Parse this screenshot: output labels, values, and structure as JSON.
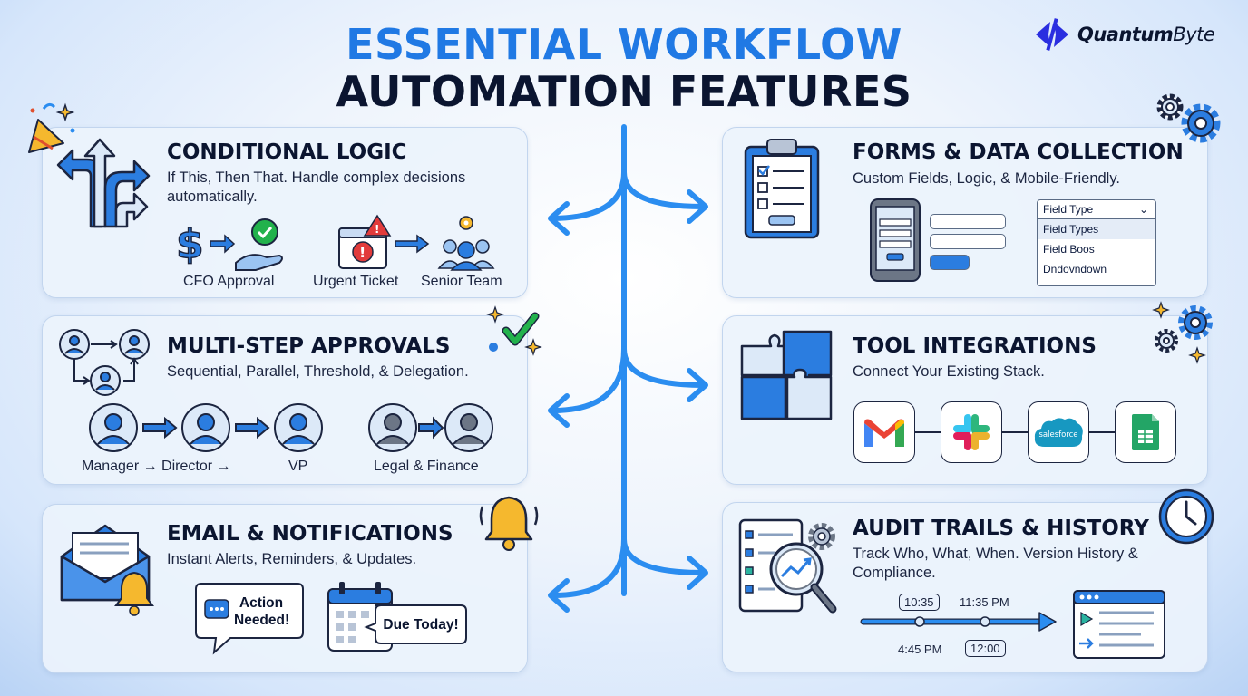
{
  "title": {
    "line1": "ESSENTIAL WORKFLOW",
    "line2": "AUTOMATION FEATURES"
  },
  "logo": {
    "name_bold": "Quantum",
    "name_rest": "Byte"
  },
  "colors": {
    "accent": "#2079e4",
    "dark": "#0b1530",
    "arrow": "#2b8df0",
    "card_bg": "#ecf3fc"
  },
  "cards": {
    "conditional": {
      "title": "CONDITIONAL LOGIC",
      "desc": "If This, Then That. Handle complex decisions automatically.",
      "labels": [
        "CFO Approval",
        "Urgent Ticket",
        "Senior Team"
      ]
    },
    "approvals": {
      "title": "MULTI-STEP APPROVALS",
      "desc": "Sequential, Parallel, Threshold, & Delegation.",
      "chain_label": "Manager → Director →",
      "vp_label": "VP",
      "parallel_label": "Legal & Finance"
    },
    "email": {
      "title": "EMAIL & NOTIFICATIONS",
      "desc": "Instant Alerts, Reminders, & Updates.",
      "bubble1": "Action Needed!",
      "bubble2": "Due Today!"
    },
    "forms": {
      "title": "FORMS & DATA COLLECTION",
      "desc": "Custom Fields, Logic, & Mobile-Friendly.",
      "dropdown": {
        "selected": "Field Type",
        "options": [
          "Field Types",
          "Field Boos",
          "Dndovndown"
        ]
      }
    },
    "integrations": {
      "title": "TOOL INTEGRATIONS",
      "desc": "Connect Your Existing Stack.",
      "tools": [
        "gmail-icon",
        "slack-icon",
        "salesforce-icon",
        "sheets-icon"
      ],
      "salesforce_text": "salesforce"
    },
    "audit": {
      "title": "AUDIT TRAILS & HISTORY",
      "desc": "Track Who, What, When. Version History & Compliance.",
      "times": {
        "t1": "10:35",
        "t2": "11:35 PM",
        "t3": "4:45 PM",
        "t4": "12:00"
      }
    }
  }
}
